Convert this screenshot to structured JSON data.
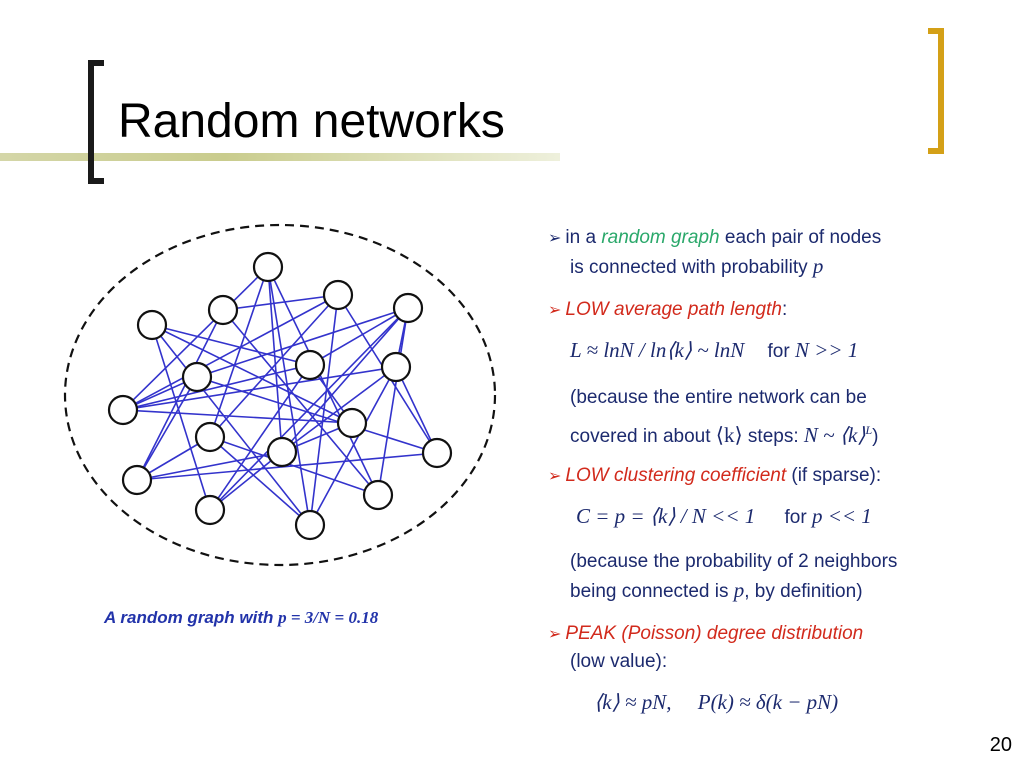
{
  "title": "Random networks",
  "caption": {
    "prefix": "A random graph with ",
    "formula": "p = 3/N = 0.18"
  },
  "bullets": {
    "b1_pre": "in a ",
    "b1_hl": "random graph",
    "b1_post": " each pair of nodes",
    "b1_line2": "is connected with probability ",
    "b1_p": "p",
    "b2_label": "LOW average path length",
    "b2_colon": ":",
    "b2_formula_left": "L ≈ lnN / ln⟨k⟩ ~ lnN",
    "b2_formula_right_pre": "for ",
    "b2_formula_right_math": "N >> 1",
    "b2_note1": "(because the entire network can be",
    "b2_note2_pre": "covered in about ",
    "b2_note2_k": "⟨k⟩",
    "b2_note2_mid": " steps: ",
    "b2_note2_math": "N ~ ⟨k⟩",
    "b2_note2_sup": "L",
    "b2_note2_end": ")",
    "b3_label": "LOW clustering coefficient",
    "b3_suffix": " (if sparse):",
    "b3_formula_left": "C = p = ⟨k⟩ / N << 1",
    "b3_formula_right_pre": "for ",
    "b3_formula_right_math": "p << 1",
    "b3_note1": "(because the probability of 2 neighbors",
    "b3_note2_pre": "being connected is ",
    "b3_note2_p": "p",
    "b3_note2_post": ", by definition)",
    "b4_label": "PEAK (Poisson) degree distribution",
    "b4_line2": "(low value):",
    "b4_formula": "⟨k⟩ ≈ pN,     P(k) ≈ δ(k − pN)"
  },
  "page_number": "20",
  "colors": {
    "text": "#1c2a6e",
    "accent_red": "#d22a1c",
    "accent_green": "#2aa86a",
    "edge": "#3333cc",
    "bracket_right": "#d4a017"
  },
  "graph": {
    "nodes": 17,
    "edges": 40
  }
}
